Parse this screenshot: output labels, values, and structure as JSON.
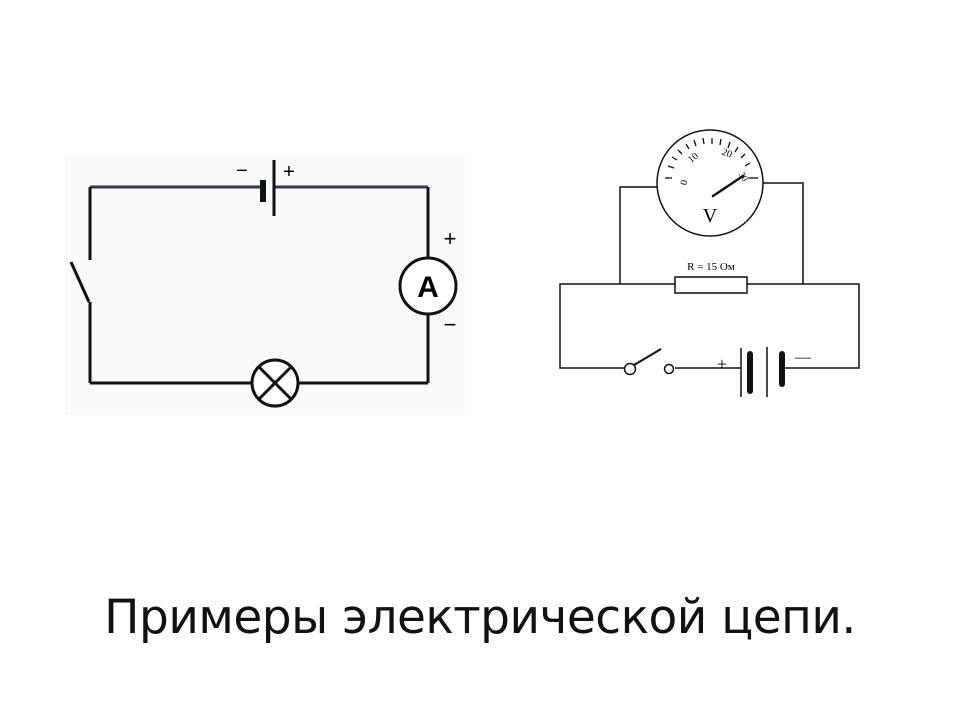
{
  "slide": {
    "title": "Примеры электрической цепи."
  },
  "circuit_1": {
    "battery_minus": "−",
    "battery_plus": "+",
    "ammeter_label": "A",
    "ammeter_plus": "+",
    "ammeter_minus": "−"
  },
  "circuit_2": {
    "voltmeter_label": "V",
    "dial_labels": [
      "0",
      "10",
      "20",
      "30"
    ],
    "resistor_label": "R = 15 Ом",
    "battery_plus": "+",
    "battery_minus": "—"
  }
}
